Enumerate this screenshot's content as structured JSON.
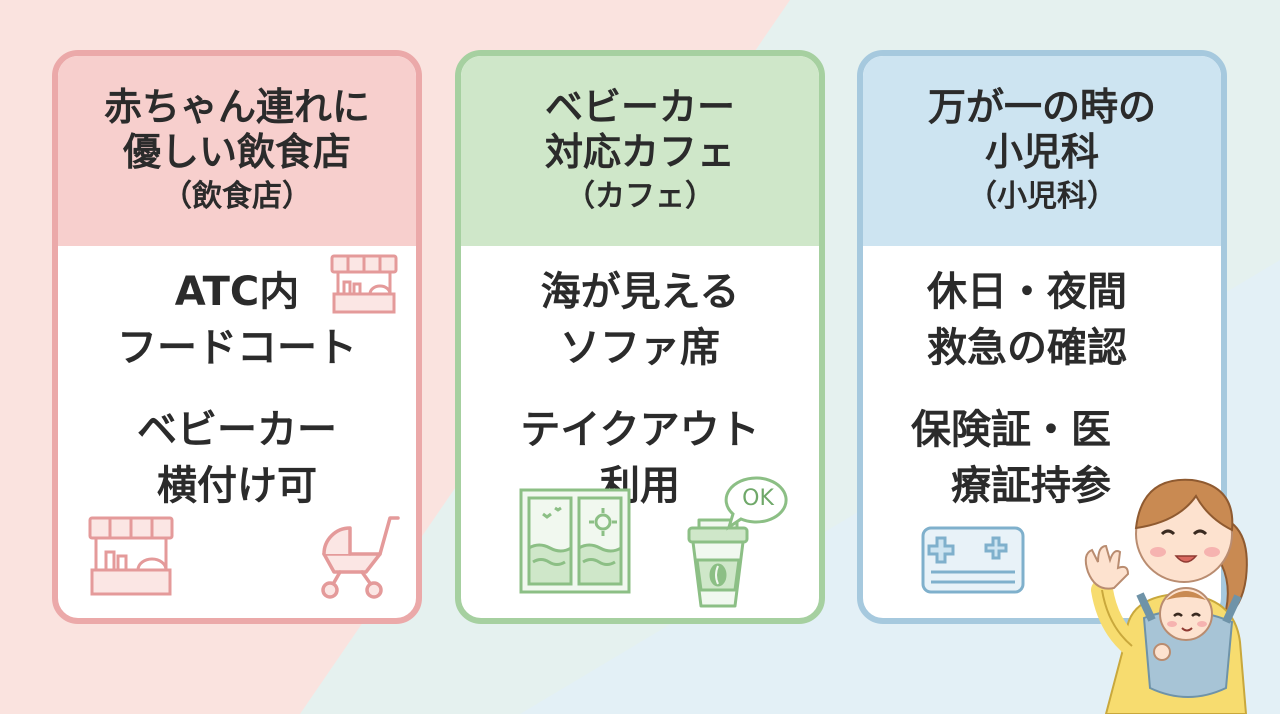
{
  "colors": {
    "card1_border": "#eba9a9",
    "card1_header": "#f7cfcd",
    "card2_border": "#a6d0a0",
    "card2_header": "#cfe7c9",
    "card3_border": "#a6c9de",
    "card3_header": "#cde4f1",
    "text": "#2b2b2b"
  },
  "cards": [
    {
      "title": "赤ちゃん連れに\n優しい飲食店",
      "subtitle": "（飲食店）",
      "items": [
        "ATC内\nフードコート",
        "ベビーカー\n横付け可"
      ],
      "icons": [
        "food-stall-icon",
        "food-stall-icon",
        "stroller-icon"
      ]
    },
    {
      "title": "ベビーカー\n対応カフェ",
      "subtitle": "（カフェ）",
      "items": [
        "海が見える\nソファ席",
        "テイクアウト\n利用"
      ],
      "icons": [
        "sea-window-icon",
        "coffee-cup-icon",
        "ok-speech-bubble-icon"
      ],
      "bubble_text": "OK"
    },
    {
      "title": "万が一の時の\n小児科",
      "subtitle": "（小児科）",
      "items": [
        "休日・夜間\n救急の確認",
        "保険証・医\n　療証持参"
      ],
      "icons": [
        "medical-card-icon",
        "mother-with-baby-illustration"
      ]
    }
  ]
}
